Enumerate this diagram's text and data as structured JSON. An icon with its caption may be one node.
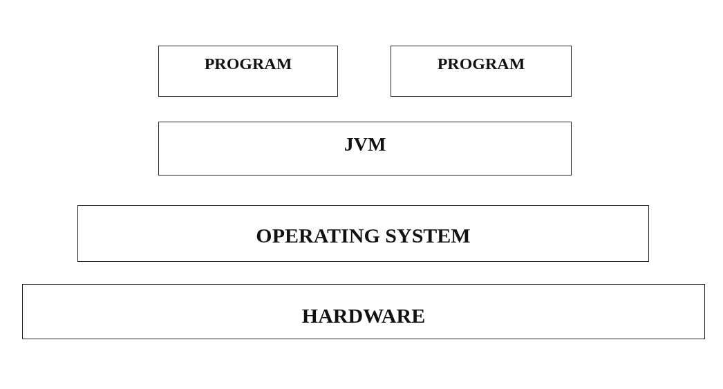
{
  "diagram": {
    "nodes": [
      {
        "text": [
          "PROGRAM"
        ]
      },
      {
        "text": [
          "PROGRAM"
        ]
      },
      {
        "text": [
          "JVM"
        ]
      },
      {
        "text": [
          "OPERATING SYSTEM"
        ]
      },
      {
        "text": [
          "HARDWARE"
        ]
      }
    ]
  }
}
